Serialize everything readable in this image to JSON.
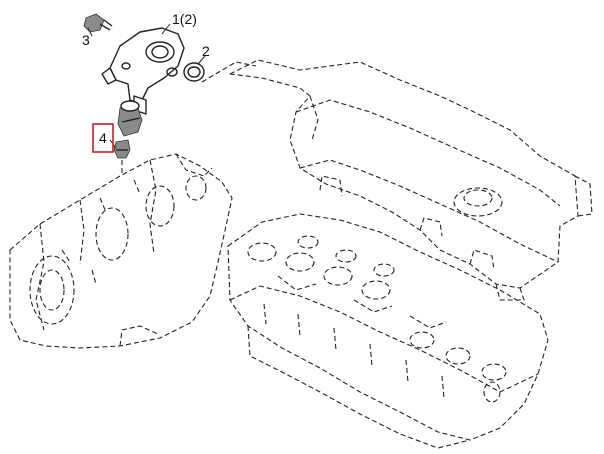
{
  "diagram": {
    "callouts": {
      "part_1": "1",
      "part_1_alt": "(2)",
      "part_2": "2",
      "part_3": "3",
      "part_4": "4"
    },
    "highlight_color": "#c4212a",
    "line_color": "#222222"
  }
}
